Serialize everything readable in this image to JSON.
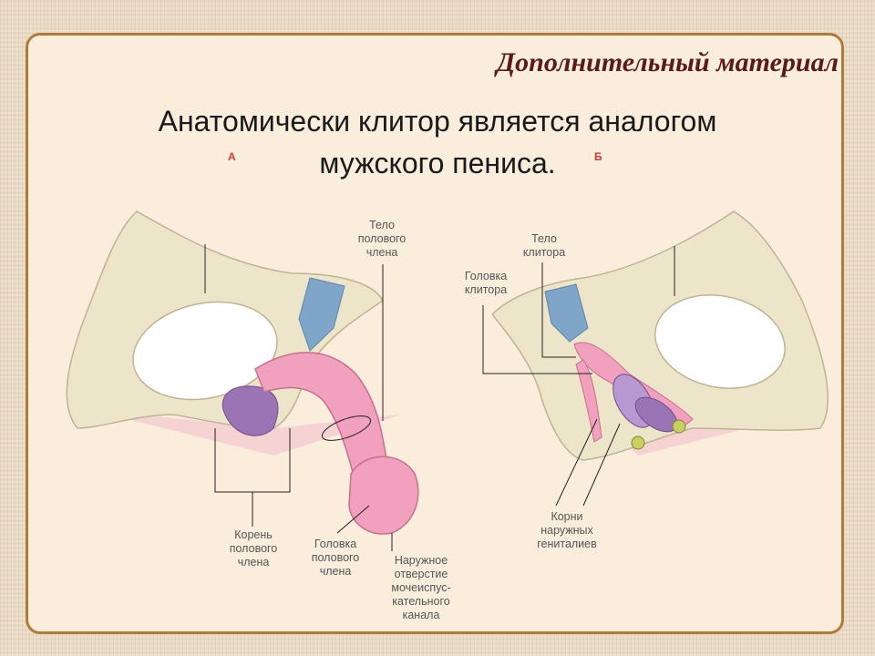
{
  "header": {
    "title": "Дополнительный материал"
  },
  "subtitle": {
    "line1": "Анатомически клитор является аналогом",
    "line2": "мужского пениса."
  },
  "panels": {
    "a_label": "А",
    "b_label": "Б"
  },
  "male_labels": {
    "body": "Тело\nполового\nчлена",
    "root": "Корень\nполового\nчлена",
    "glans": "Головка\nполового\nчлена",
    "urethral_opening": "Наружное\nотверстие\nмочеиспус-\nкательного\nканала"
  },
  "female_labels": {
    "body": "Тело\nклитора",
    "glans": "Головка\nклитора",
    "roots": "Корни\nнаружных\nгениталиев"
  },
  "colors": {
    "border": "#b07a3a",
    "bone": "#ede5c9",
    "cartilage": "#7fa6c9",
    "erectile": "#f1a0bd",
    "root_tissue": "#9a74b5",
    "title": "#5a1a1a"
  }
}
